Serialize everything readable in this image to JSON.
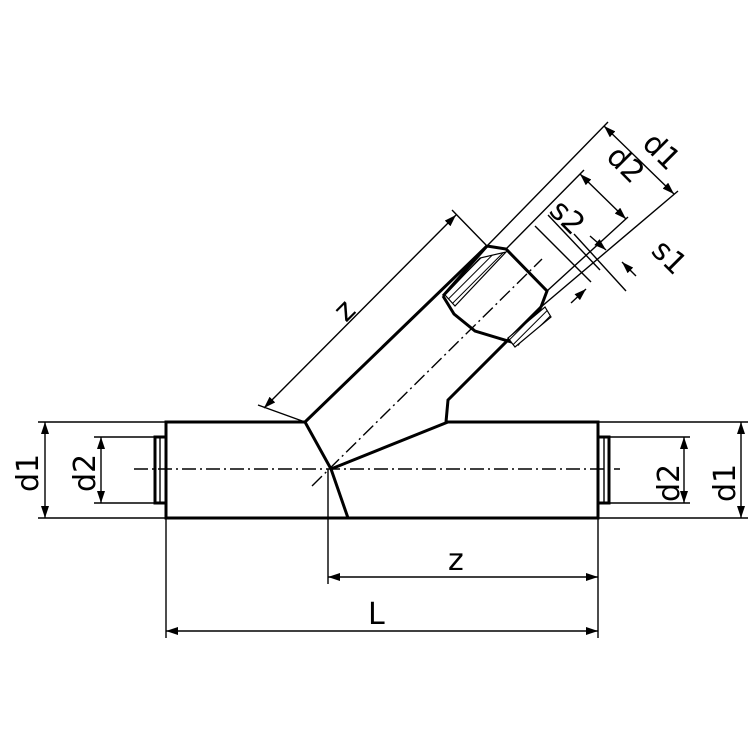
{
  "labels": {
    "left_outer_diameter": "d1",
    "left_inner_diameter": "d2",
    "right_inner_diameter": "d2",
    "right_outer_diameter": "d1",
    "run_z_length": "z",
    "overall_length": "L",
    "branch_z_length": "z",
    "branch_outer_diameter": "d1",
    "branch_inner_diameter": "d2",
    "wall_s2": "s2",
    "wall_s1": "s1"
  }
}
